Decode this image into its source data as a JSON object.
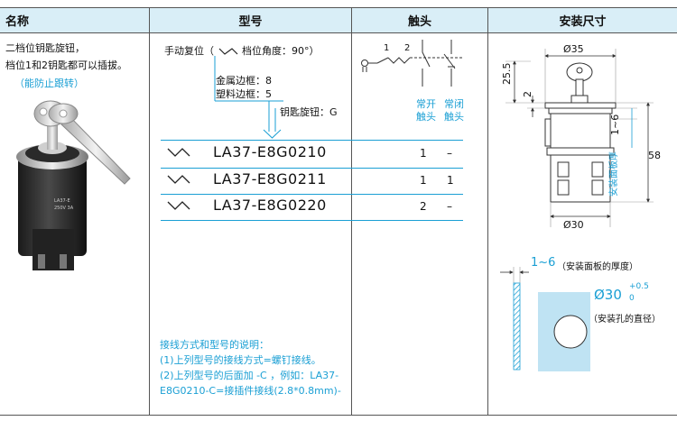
{
  "header": {
    "col1": "名称",
    "col2": "型号",
    "col3": "触头",
    "col4": "安装尺寸"
  },
  "name": {
    "line1": "二档位钥匙旋钮，",
    "line2": "档位1和2钥匙都可以插拔。",
    "line3": "（能防止跟转）"
  },
  "model": {
    "reset": "手动复位（",
    "angle": "档位角度：90°）",
    "metal_frame": "金属边框：8",
    "plastic_frame": "塑料边框：5",
    "key_knob": "钥匙旋钮：G",
    "rows": [
      {
        "code": "LA37-E8G0210",
        "no": "1",
        "nc": "–"
      },
      {
        "code": "LA37-E8G0211",
        "no": "1",
        "nc": "1"
      },
      {
        "code": "LA37-E8G0220",
        "no": "2",
        "nc": "–"
      }
    ],
    "notes": [
      "接线方式和型号的说明：",
      "(1)上列型号的接线方式=螺钉接线。",
      "(2)上列型号的后面加 -C ，例如：LA37-",
      "E8G0210-C=接插件接线(2.8*0.8mm)-"
    ]
  },
  "contacts": {
    "pos1": "1",
    "pos2": "2",
    "no_line1": "常开",
    "no_line2": "触头",
    "nc_line1": "常闭",
    "nc_line2": "触头"
  },
  "dims": {
    "d35": "Ø35",
    "d30": "Ø30",
    "h255": "25.5",
    "h2": "2",
    "h16": "1~6",
    "h58": "58",
    "panel_vertical": "安装面板厚",
    "panel_thick_val": "1~6",
    "panel_thick_label": "（安装面板的厚度）",
    "hole_d": "Ø30",
    "tol_plus": "+0.5",
    "tol_zero": "0",
    "hole_label": "（安装孔的直径）"
  },
  "colors": {
    "header_bg": "#d9eef7",
    "accent": "#1a9fd4"
  }
}
